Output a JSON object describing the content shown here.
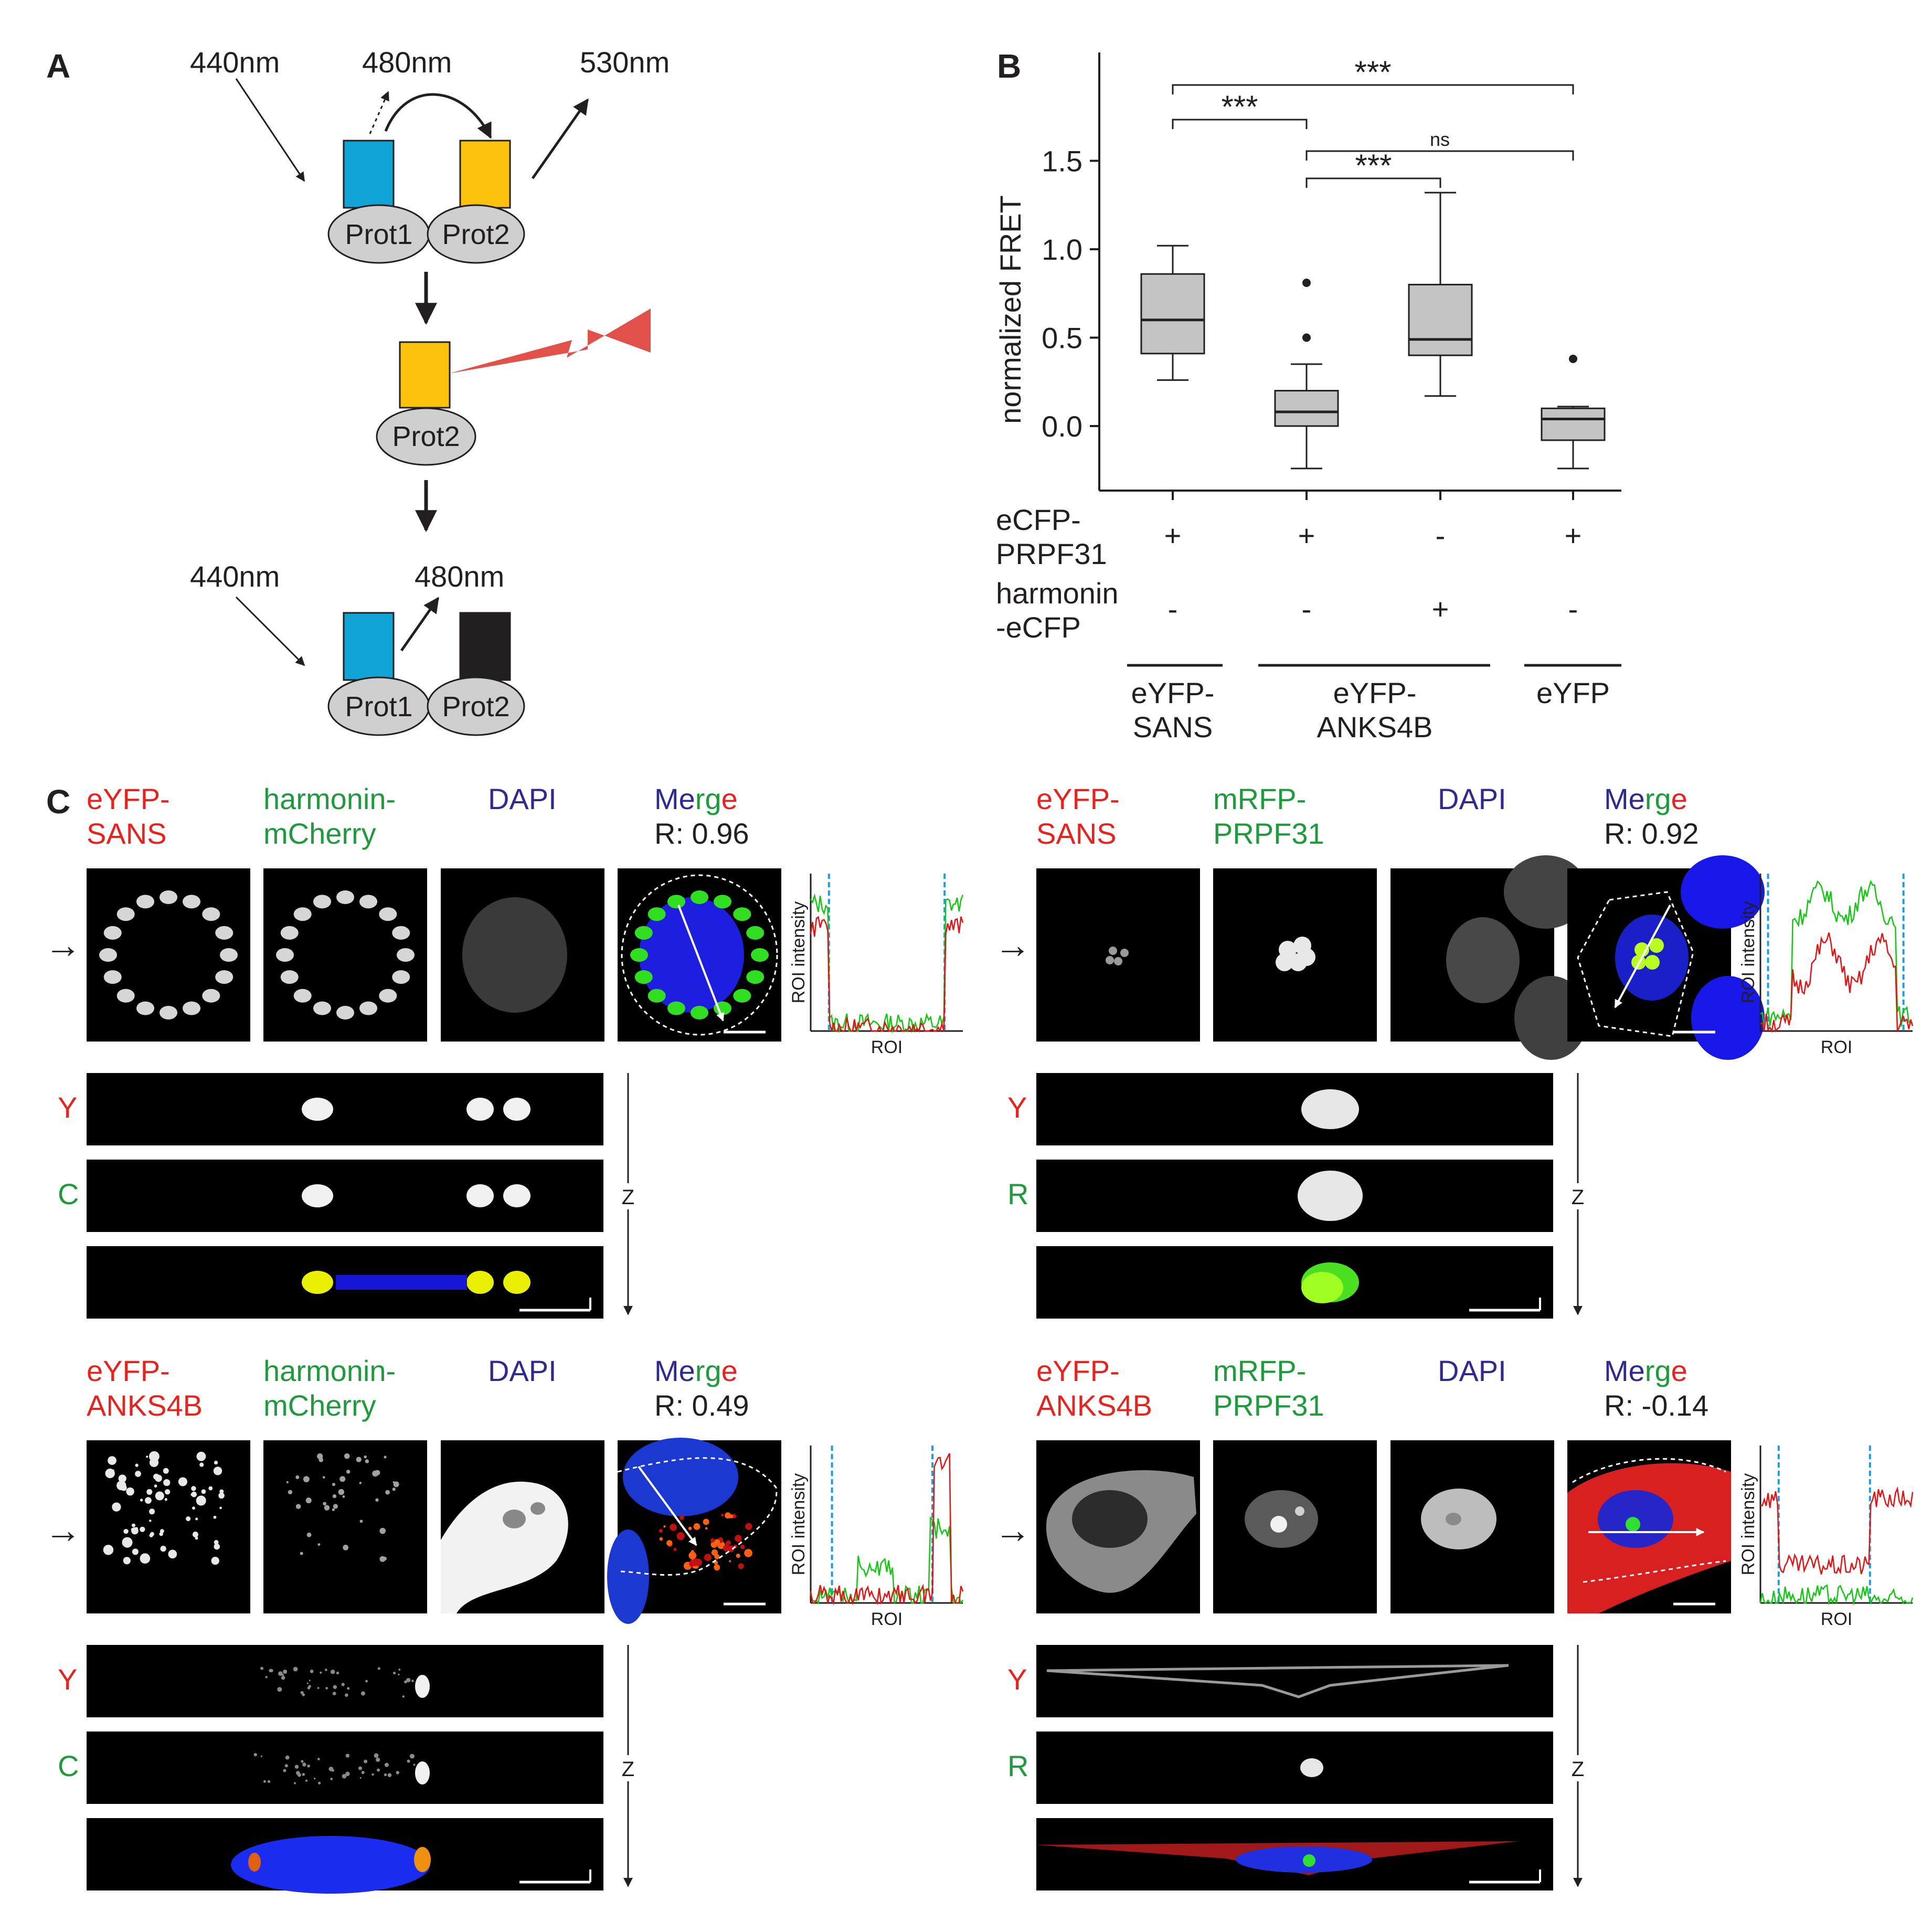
{
  "colors": {
    "red": "#e8231e",
    "green": "#1f9a3c",
    "blue": "#2e2a8f",
    "cyan": "#0fa3d6",
    "yellow": "#fbc10b",
    "dark": "#231f20",
    "protein_grey": "#cfcfcf",
    "box_grey": "#c4c4c4",
    "lightning": "#e2504a",
    "trace_green": "#10c810",
    "trace_red": "#e81010",
    "roi_blue": "#1aa0dc"
  },
  "panel_a": {
    "label": "A",
    "excite": "440nm",
    "cfp_emit": "480nm",
    "yfp_emit": "530nm",
    "prot1": "Prot1",
    "prot2": "Prot2",
    "excite_after": "440nm",
    "cfp_emit_after": "480nm"
  },
  "panel_b": {
    "label": "B",
    "sig_labels": [
      "***",
      "***",
      "ns",
      "***"
    ],
    "row_labels": {
      "cfp": [
        "eCFP-",
        "PRPF31"
      ],
      "harm": [
        "harmonin",
        "-eCFP"
      ]
    },
    "signs_cfp": [
      "+",
      "+",
      "-",
      "+"
    ],
    "signs_harm": [
      "-",
      "-",
      "+",
      "-"
    ],
    "groups": [
      [
        "eYFP-",
        "SANS"
      ],
      [
        "eYFP-",
        "ANKS4B"
      ],
      [
        "eYFP"
      ]
    ]
  },
  "chart_data": {
    "type": "box",
    "ylabel": "normalized FRET",
    "yticks": [
      "0.0",
      "0.5",
      "1.0",
      "1.5"
    ],
    "ylim": [
      -0.38,
      2.05
    ],
    "boxes": [
      {
        "min": 0.26,
        "q1": 0.41,
        "median": 0.6,
        "q3": 0.86,
        "max": 1.02,
        "outliers": []
      },
      {
        "min": -0.24,
        "q1": 0.0,
        "median": 0.08,
        "q3": 0.2,
        "max": 0.35,
        "outliers": [
          0.5,
          0.81
        ]
      },
      {
        "min": 0.17,
        "q1": 0.4,
        "median": 0.49,
        "q3": 0.8,
        "max": 1.32,
        "outliers": []
      },
      {
        "min": -0.24,
        "q1": -0.08,
        "median": 0.04,
        "q3": 0.1,
        "max": 0.11,
        "outliers": [
          0.38
        ]
      }
    ],
    "brackets": [
      {
        "from": 0,
        "to": 1,
        "label": "***"
      },
      {
        "from": 1,
        "to": 2,
        "label": "***"
      },
      {
        "from": 1,
        "to": 3,
        "label": "ns"
      },
      {
        "from": 0,
        "to": 3,
        "label": "***"
      }
    ]
  },
  "panel_c": {
    "label": "C",
    "arrow_glyph": "→",
    "quads": [
      {
        "titles": [
          [
            "eYFP-",
            "SANS"
          ],
          [
            "harmonin-",
            "mCherry"
          ],
          [
            "DAPI"
          ],
          [
            "Merge",
            "R: 0.96"
          ]
        ],
        "xz_labels": [
          "Y",
          "C"
        ],
        "r_value": "R: 0.96",
        "roi_axis_y": "ROI intensity",
        "roi_axis_x": "ROI",
        "z_label": "Z"
      },
      {
        "titles": [
          [
            "eYFP-",
            "SANS"
          ],
          [
            "mRFP-",
            "PRPF31"
          ],
          [
            "DAPI"
          ],
          [
            "Merge",
            "R: 0.92"
          ]
        ],
        "xz_labels": [
          "Y",
          "R"
        ],
        "r_value": "R: 0.92",
        "roi_axis_y": "ROI intensity",
        "roi_axis_x": "ROI",
        "z_label": "Z"
      },
      {
        "titles": [
          [
            "eYFP-",
            "ANKS4B"
          ],
          [
            "harmonin-",
            "mCherry"
          ],
          [
            "DAPI"
          ],
          [
            "Merge",
            "R: 0.49"
          ]
        ],
        "xz_labels": [
          "Y",
          "C"
        ],
        "r_value": "R: 0.49",
        "roi_axis_y": "ROI intensity",
        "roi_axis_x": "ROI",
        "z_label": "Z"
      },
      {
        "titles": [
          [
            "eYFP-",
            "ANKS4B"
          ],
          [
            "mRFP-",
            "PRPF31"
          ],
          [
            "DAPI"
          ],
          [
            "Merge",
            "R: -0.14"
          ]
        ],
        "xz_labels": [
          "Y",
          "R"
        ],
        "r_value": "R: -0.14",
        "roi_axis_y": "ROI intensity",
        "roi_axis_x": "ROI",
        "z_label": "Z"
      }
    ],
    "merge_word": "Merge"
  }
}
